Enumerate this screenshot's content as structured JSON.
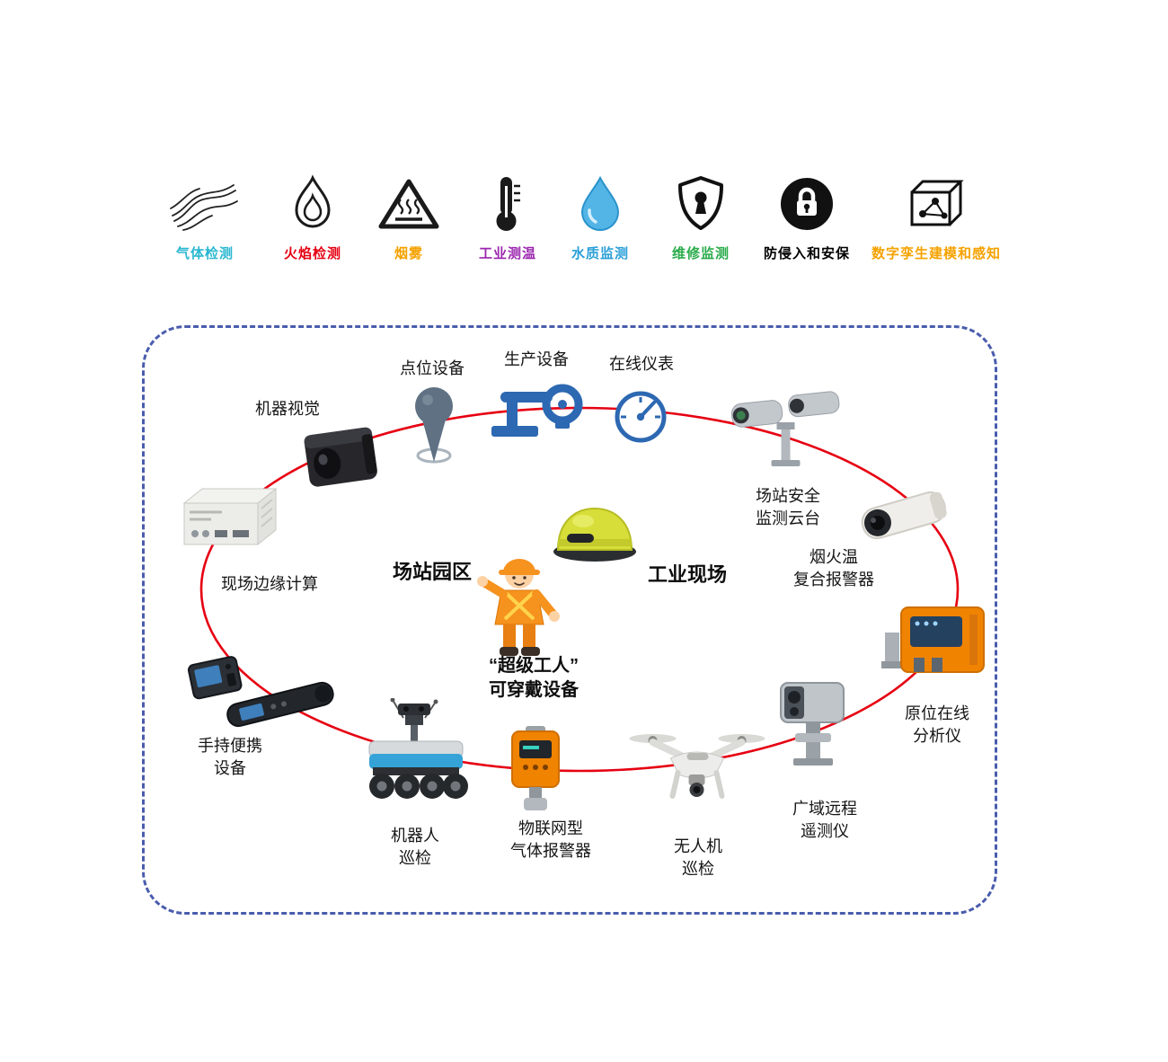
{
  "colors": {
    "ellipse_stroke": "#e60012",
    "board_border": "#4a5cad"
  },
  "legend": {
    "items": [
      {
        "name": "gas-detection",
        "label": "气体检测",
        "color": "#2bb7d0"
      },
      {
        "name": "flame-detection",
        "label": "火焰检测",
        "color": "#e60012"
      },
      {
        "name": "smoke",
        "label": "烟雾",
        "color": "#f5a200"
      },
      {
        "name": "industrial-thermometry",
        "label": "工业测温",
        "color": "#9b26af"
      },
      {
        "name": "water-quality-monitoring",
        "label": "水质监测",
        "color": "#2a9fd8"
      },
      {
        "name": "maintenance-monitoring",
        "label": "维修监测",
        "color": "#2aab4a"
      },
      {
        "name": "intrusion-and-security",
        "label": "防侵入和安保",
        "color": "#000000"
      },
      {
        "name": "digital-twin-sensing",
        "label": "数字孪生建模和感知",
        "color": "#f5a200"
      }
    ]
  },
  "diagram": {
    "center": {
      "station_park": "场站园区",
      "industrial_site": "工业现场",
      "super_worker_line1": "“超级工人”",
      "super_worker_line2": "可穿戴设备"
    },
    "nodes": {
      "machine_vision": {
        "label": "机器视觉"
      },
      "point_device": {
        "label": "点位设备"
      },
      "production_equipment": {
        "label": "生产设备"
      },
      "online_instrument": {
        "label": "在线仪表"
      },
      "station_ptz": {
        "line1": "场站安全",
        "line2": "监测云台"
      },
      "fire_smoke_temp_alarm": {
        "line1": "烟火温",
        "line2": "复合报警器"
      },
      "insitu_analyzer": {
        "line1": "原位在线",
        "line2": "分析仪"
      },
      "wide_area_telemetry": {
        "line1": "广域远程",
        "line2": "遥测仪"
      },
      "drone_patrol": {
        "line1": "无人机",
        "line2": "巡检"
      },
      "iot_gas_alarm": {
        "line1": "物联网型",
        "line2": "气体报警器"
      },
      "robot_patrol": {
        "line1": "机器人",
        "line2": "巡检"
      },
      "handheld_device": {
        "line1": "手持便携",
        "line2": "设备"
      },
      "edge_computing": {
        "label": "现场边缘计算"
      }
    }
  }
}
